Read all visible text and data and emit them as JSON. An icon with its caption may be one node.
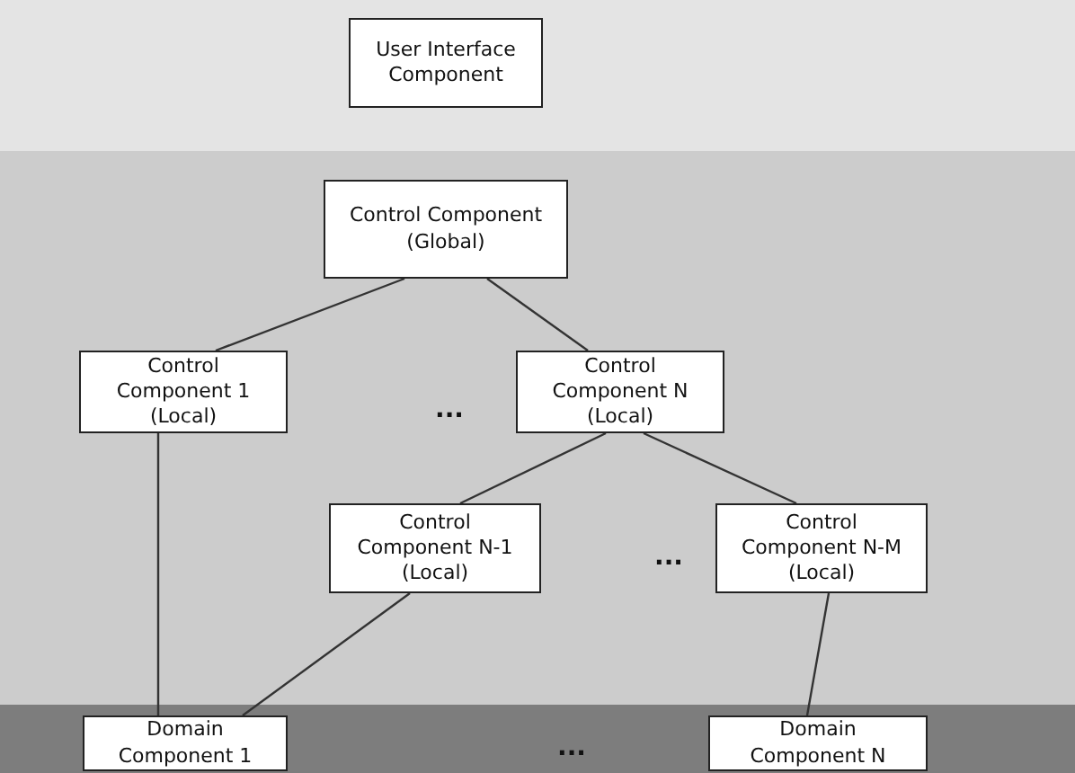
{
  "diagram": {
    "nodes": [
      {
        "text": [
          "User Interface Component"
        ]
      },
      {
        "text": [
          "Control Component (Global)"
        ]
      },
      {
        "text": [
          "Control Component 1 (Local)"
        ]
      },
      {
        "text": [
          "Control Component N (Local)"
        ]
      },
      {
        "text": [
          "Control Component N-1 (Local)"
        ]
      },
      {
        "text": [
          "Control Component N-M (Local)"
        ]
      },
      {
        "text": [
          "Domain Component 1"
        ]
      },
      {
        "text": [
          "Domain Component N"
        ]
      }
    ],
    "edges": [
      {
        "from": 1,
        "to": 2,
        "arrow": "none"
      },
      {
        "from": 1,
        "to": 3,
        "arrow": "none"
      },
      {
        "from": 2,
        "to": 6,
        "arrow": "none"
      },
      {
        "from": 3,
        "to": 4,
        "arrow": "none"
      },
      {
        "from": 3,
        "to": 5,
        "arrow": "none"
      },
      {
        "from": 4,
        "to": 6,
        "arrow": "none"
      },
      {
        "from": 5,
        "to": 7,
        "arrow": "none"
      }
    ],
    "labels": [
      "...",
      "...",
      "..."
    ]
  }
}
